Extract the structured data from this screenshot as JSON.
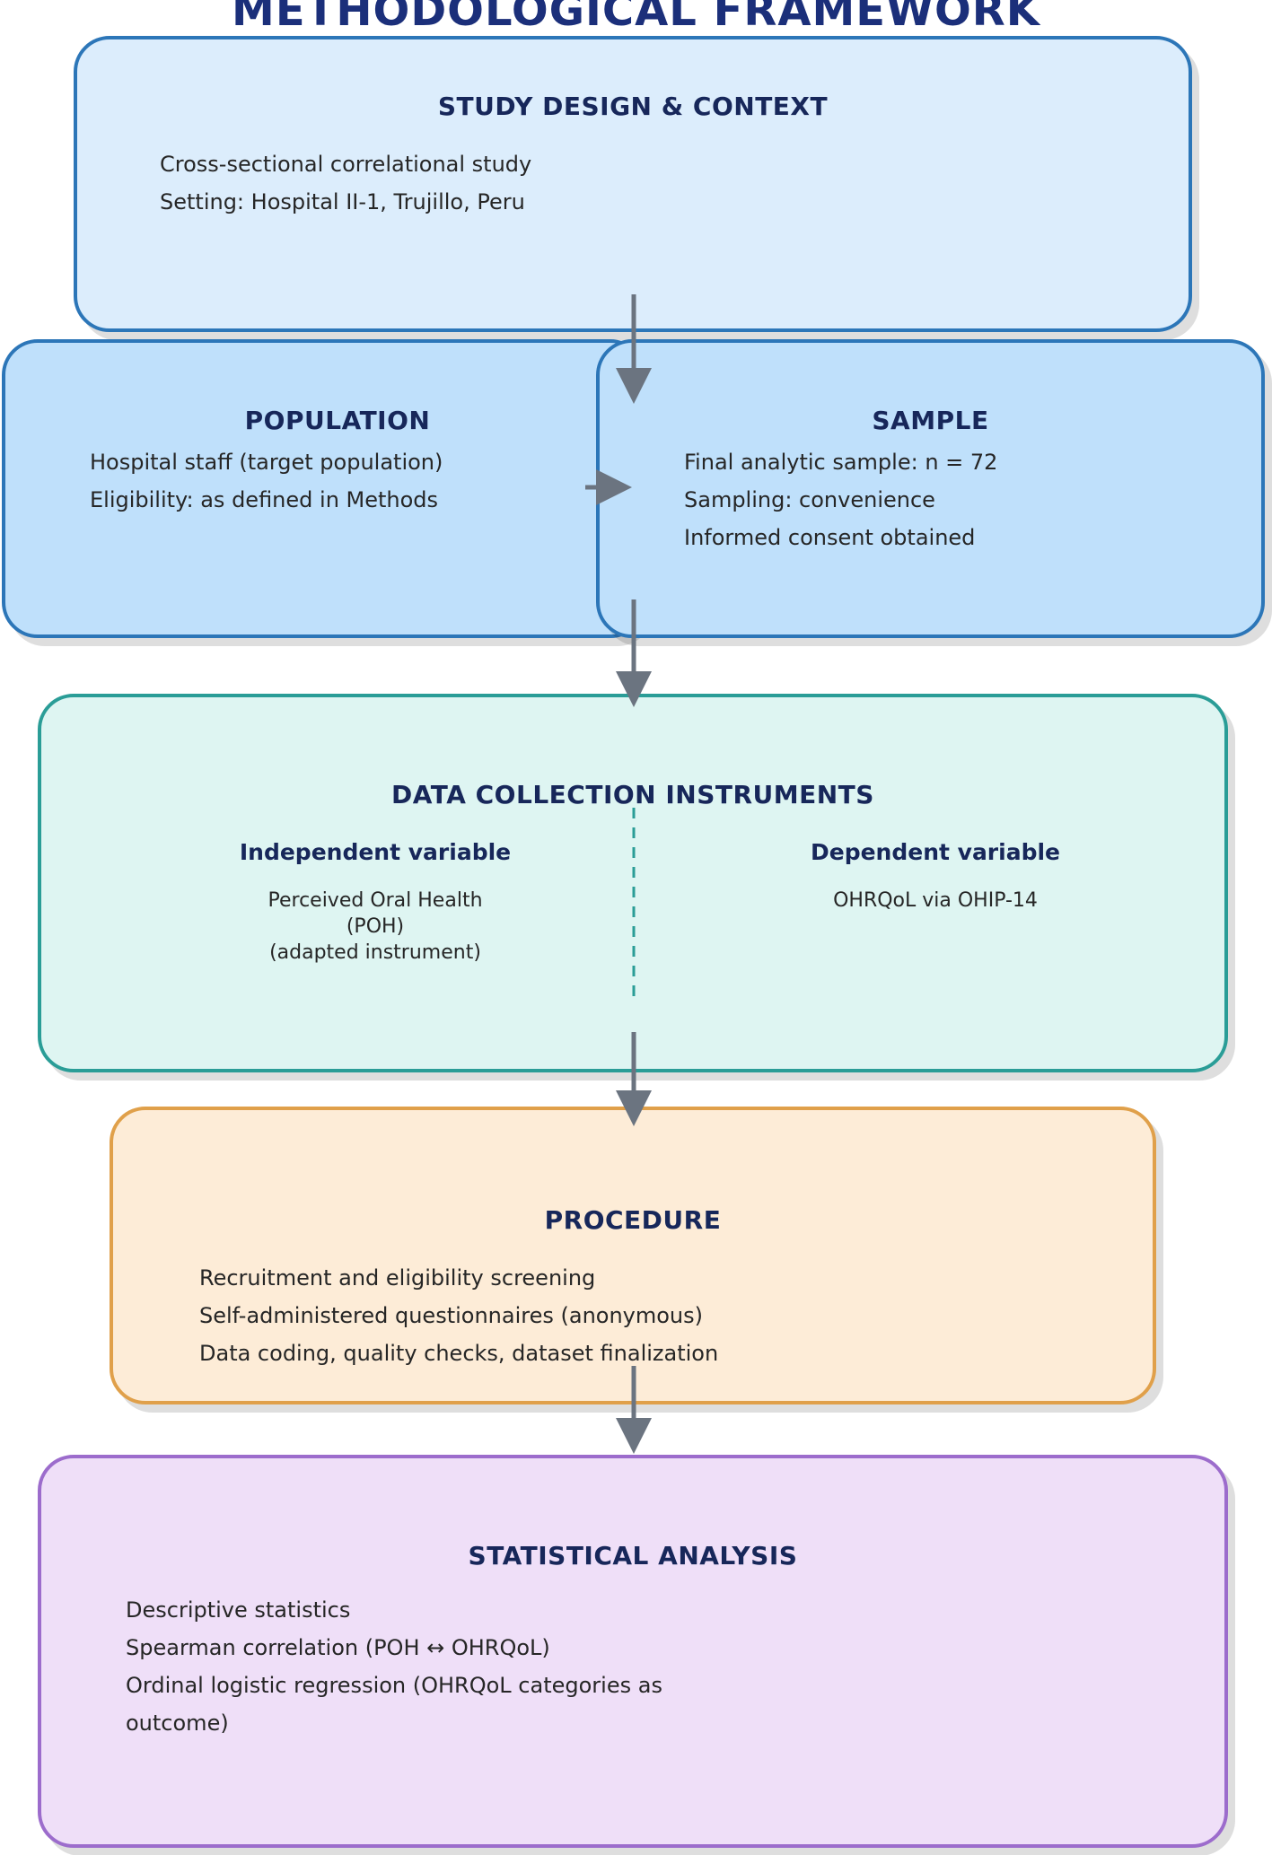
{
  "title": "METHODOLOGICAL FRAMEWORK",
  "colors": {
    "title": "#1b2f7a",
    "heading": "#17275a",
    "arrow": "#6b7480",
    "study_fill": "#dcedfc",
    "study_border": "#2c76b8",
    "population_fill": "#bfe0fb",
    "instruments_fill": "#def5f2",
    "instruments_border": "#2a9d97",
    "procedure_fill": "#fdecd7",
    "procedure_border": "#e0a04a",
    "analysis_fill": "#efdff8",
    "analysis_border": "#9c6ccc"
  },
  "study_design": {
    "heading": "STUDY DESIGN & CONTEXT",
    "lines": [
      "Cross-sectional correlational study",
      "Setting: Hospital II-1, Trujillo, Peru"
    ]
  },
  "population": {
    "heading": "POPULATION",
    "lines": [
      "Hospital staff (target population)",
      "Eligibility: as defined in Methods"
    ]
  },
  "sample": {
    "heading": "SAMPLE",
    "lines": [
      "Final analytic sample: n = 72",
      "Sampling: convenience",
      "Informed consent obtained"
    ]
  },
  "instruments": {
    "heading": "DATA COLLECTION INSTRUMENTS",
    "independent": {
      "heading": "Independent variable",
      "lines": [
        "Perceived Oral Health",
        "(POH)",
        "(adapted instrument)"
      ]
    },
    "dependent": {
      "heading": "Dependent variable",
      "lines": [
        "OHRQoL via OHIP-14"
      ]
    }
  },
  "procedure": {
    "heading": "PROCEDURE",
    "lines": [
      "Recruitment and eligibility screening",
      "Self-administered questionnaires (anonymous)",
      "Data coding, quality checks, dataset finalization"
    ]
  },
  "analysis": {
    "heading": "STATISTICAL ANALYSIS",
    "lines": [
      "Descriptive statistics",
      "Spearman correlation (POH ↔ OHRQoL)",
      "Ordinal logistic regression (OHRQoL categories as",
      "outcome)"
    ]
  }
}
